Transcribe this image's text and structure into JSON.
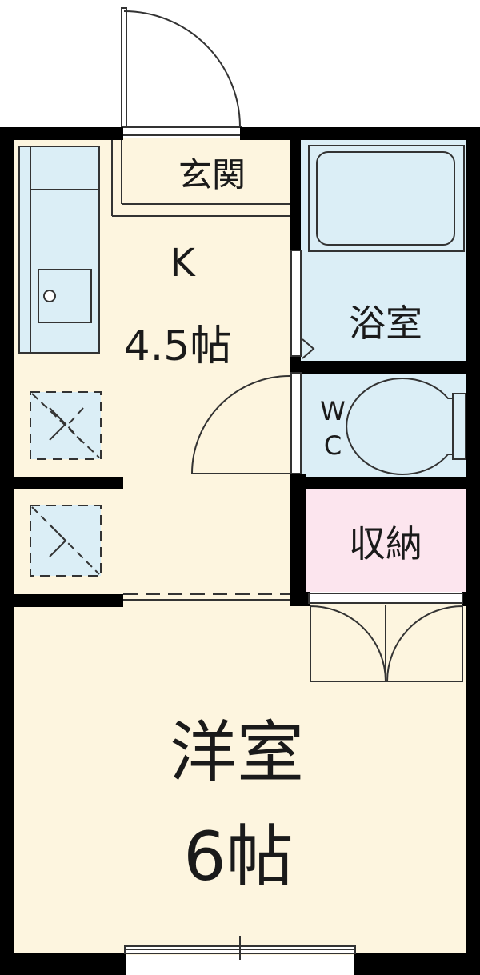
{
  "rooms": {
    "entrance": "玄関",
    "kitchen": "K",
    "kitchen_size": "4.5帖",
    "bath": "浴室",
    "wc_w": "W",
    "wc_c": "C",
    "storage": "収納",
    "western_room": "洋室",
    "western_size": "6帖"
  },
  "colors": {
    "wall": "#000000",
    "floor": "#fdf5df",
    "wet_area": "#dbeef6",
    "storage": "#fce5ee",
    "stroke": "#333333"
  }
}
